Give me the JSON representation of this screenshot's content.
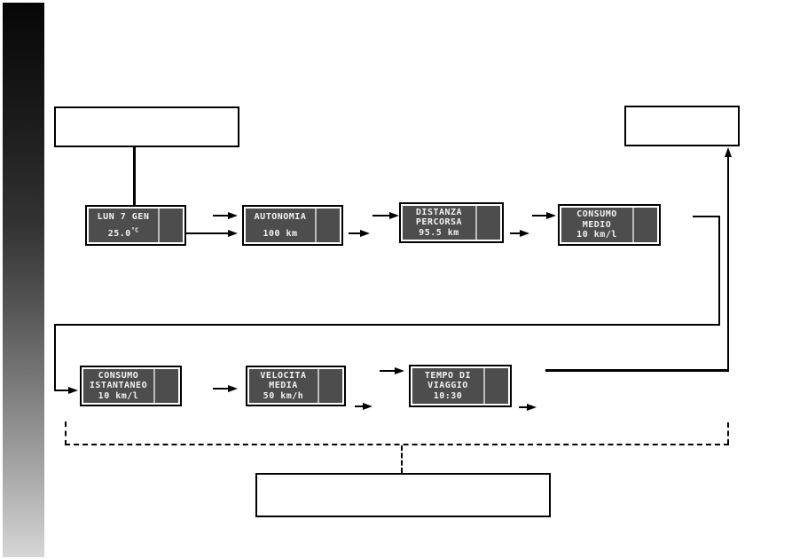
{
  "diagram_title": "trip-computer-navigation-flow",
  "boxes": {
    "top_left": {
      "text": ""
    },
    "top_right": {
      "text": ""
    },
    "bottom": {
      "text": ""
    }
  },
  "displays": {
    "date_temp": {
      "line1": "LUN 7 GEN",
      "value": "25.0",
      "unit": "°C"
    },
    "autonomia": {
      "line1": "AUTONOMIA",
      "line2": "100 km"
    },
    "distanza_percorsa": {
      "line1": "DISTANZA",
      "line2": "PERCORSA",
      "line3": "95.5 km"
    },
    "consumo_medio": {
      "line1": "CONSUMO",
      "line2": "MEDIO",
      "line3": "10 km/l"
    },
    "consumo_istantaneo": {
      "line1": "CONSUMO",
      "line2": "ISTANTANEO",
      "line3": "10 km/l"
    },
    "velocita_media": {
      "line1": "VELOCITA",
      "line2": "MEDIA",
      "line3": "50 km/h"
    },
    "tempo_di_viaggio": {
      "line1": "TEMPO DI",
      "line2": "VIAGGIO",
      "line3": "10:30"
    }
  },
  "colors": {
    "lcd_panel": "#4d4d4d",
    "lcd_text": "#f2f2f2",
    "lcd_divider": "#bcbcbc",
    "line": "#000000",
    "sidebar_top": "#060606",
    "sidebar_bottom": "#d6d6d6"
  }
}
